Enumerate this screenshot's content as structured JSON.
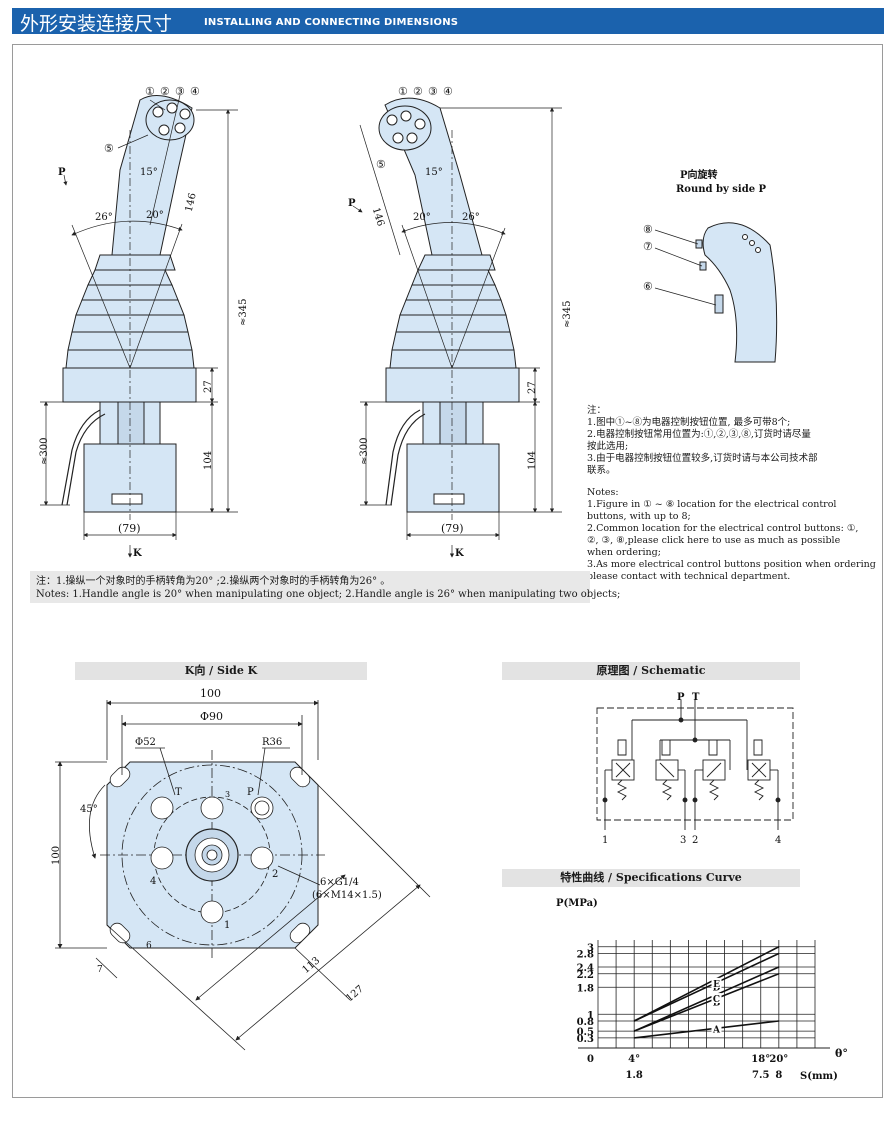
{
  "header": {
    "title_cn": "外形安装连接尺寸",
    "title_en": "INSTALLING AND CONNECTING DIMENSIONS"
  },
  "top_views": {
    "callouts": [
      "①",
      "②",
      "③",
      "④",
      "⑤"
    ],
    "angle_15": "15°",
    "angle_20": "20°",
    "angle_26": "26°",
    "dim_146": "146",
    "dim_345": "≈345",
    "dim_27": "27",
    "dim_104": "104",
    "dim_300": "≈300",
    "dim_79": "(79)",
    "label_p": "P",
    "label_k": "K"
  },
  "side_p": {
    "title_cn": "P向旋转",
    "title_en": "Round by side P",
    "callouts": [
      "⑧",
      "⑦",
      "⑥"
    ]
  },
  "notes": {
    "cn": [
      "注：",
      "1.图中①~⑧为电器控制按钮位置, 最多可带8个;",
      "2.电器控制按钮常用位置为:①,②,③,⑧,订货时请尽量",
      "   按此选用;",
      "3.由于电器控制按钮位置较多,订货时请与本公司技术部",
      "   联系。"
    ],
    "en": [
      "Notes:",
      "1.Figure in ① ~ ⑧ location for the electrical control",
      "   buttons, with up to 8;",
      "2.Common location for the electrical control buttons: ①,",
      "   ②, ③, ⑧,please click here to use as much as possible",
      "   when ordering;",
      "3.As more electrical control buttons position when ordering",
      "   please contact with technical department."
    ]
  },
  "footnote": {
    "cn": "注：1.操纵一个对象时的手柄转角为20° ;2.操纵两个对象时的手柄转角为26° 。",
    "en": "Notes: 1.Handle angle is 20°   when manipulating one object; 2.Handle angle is 26°   when manipulating two objects;"
  },
  "side_k": {
    "title": "K向 / Side K",
    "dim_100_top": "100",
    "dim_90": "Φ90",
    "dim_52": "Φ52",
    "dim_r36": "R36",
    "dim_45": "45°",
    "dim_100_left": "100",
    "port_t": "T",
    "port_p": "P",
    "port_3": "3",
    "port_4": "4",
    "port_2": "2",
    "port_1": "1",
    "thread_1": "6×G1/4",
    "thread_2": "(6×M14×1.5)",
    "dim_113": "113",
    "dim_127": "127",
    "dim_7": "7",
    "dim_6": "6"
  },
  "schematic": {
    "title": "原理图 / Schematic",
    "label_p": "P",
    "label_t": "T",
    "ports": [
      "1",
      "3",
      "2",
      "4"
    ]
  },
  "spec_curve": {
    "title": "特性曲线 / Specifications Curve",
    "ylabel": "P(MPa)",
    "xlabel": "S(mm)",
    "theta_label": "θ°",
    "curve_labels": [
      "D",
      "E",
      "C",
      "B",
      "A"
    ]
  },
  "chart_data": {
    "type": "line",
    "title": "特性曲线 / Specifications Curve",
    "ylabel": "P(MPa)",
    "xlabel": "S(mm)",
    "y_ticks": [
      "0",
      "0.3",
      "0.5",
      "0.8",
      "1",
      "1.8",
      "2.2",
      "2.4",
      "2.8",
      "3"
    ],
    "x_ticks_angle": [
      "4°",
      "18°",
      "20°"
    ],
    "x_ticks_stroke": [
      "1.8",
      "7.5",
      "8"
    ],
    "series": [
      {
        "name": "A",
        "x": [
          4,
          20
        ],
        "y": [
          0.3,
          0.8
        ]
      },
      {
        "name": "B",
        "x": [
          4,
          20
        ],
        "y": [
          0.5,
          2.2
        ]
      },
      {
        "name": "C",
        "x": [
          4,
          20
        ],
        "y": [
          0.5,
          2.4
        ]
      },
      {
        "name": "D",
        "x": [
          4,
          20
        ],
        "y": [
          0.8,
          2.8
        ]
      },
      {
        "name": "E",
        "x": [
          4,
          20
        ],
        "y": [
          0.8,
          3.0
        ]
      }
    ]
  }
}
